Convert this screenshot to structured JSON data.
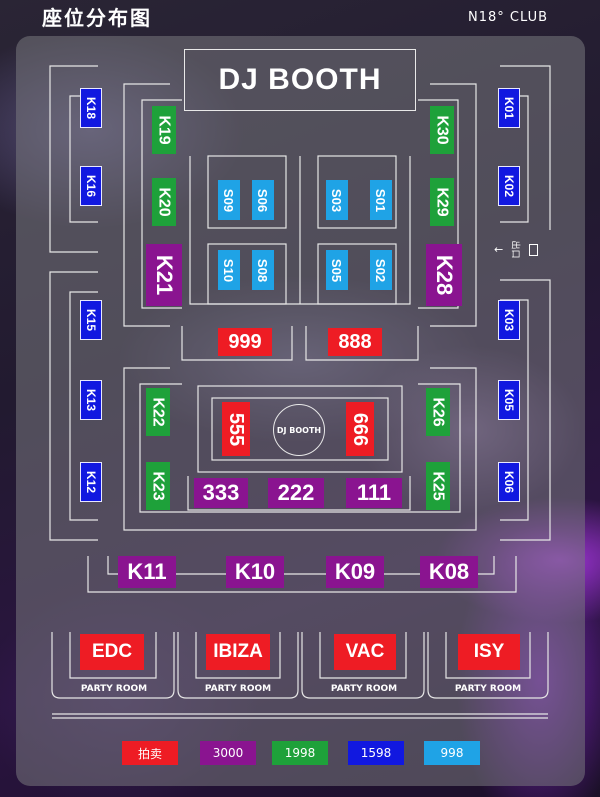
{
  "header": {
    "title": "座位分布图",
    "club": "N18° CLUB"
  },
  "main_booth": {
    "label": "DJ BOOTH"
  },
  "center_booth": {
    "label": "DJ BOOTH"
  },
  "exit": {
    "label": "出口"
  },
  "seats": {
    "K18": "K18",
    "K16": "K16",
    "K15": "K15",
    "K13": "K13",
    "K12": "K12",
    "K01": "K01",
    "K02": "K02",
    "K03": "K03",
    "K05": "K05",
    "K06": "K06",
    "K19": "K19",
    "K20": "K20",
    "K21": "K21",
    "K22": "K22",
    "K23": "K23",
    "K30": "K30",
    "K29": "K29",
    "K28": "K28",
    "K26": "K26",
    "K25": "K25",
    "S09": "S09",
    "S06": "S06",
    "S03": "S03",
    "S01": "S01",
    "S10": "S10",
    "S08": "S08",
    "S05": "S05",
    "S02": "S02",
    "t999": "999",
    "t888": "888",
    "t555": "555",
    "t666": "666",
    "t333": "333",
    "t222": "222",
    "t111": "111",
    "K11": "K11",
    "K10": "K10",
    "K09": "K09",
    "K08": "K08",
    "EDC": "EDC",
    "IBIZA": "IBIZA",
    "VAC": "VAC",
    "ISY": "ISY"
  },
  "party_label": "PARTY ROOM",
  "legend": [
    {
      "label": "拍卖",
      "color": "#ee1c24"
    },
    {
      "label": "3000",
      "color": "#8a1490"
    },
    {
      "label": "1998",
      "color": "#1ea13a"
    },
    {
      "label": "1598",
      "color": "#1118e0"
    },
    {
      "label": "998",
      "color": "#1fa3e6"
    }
  ]
}
